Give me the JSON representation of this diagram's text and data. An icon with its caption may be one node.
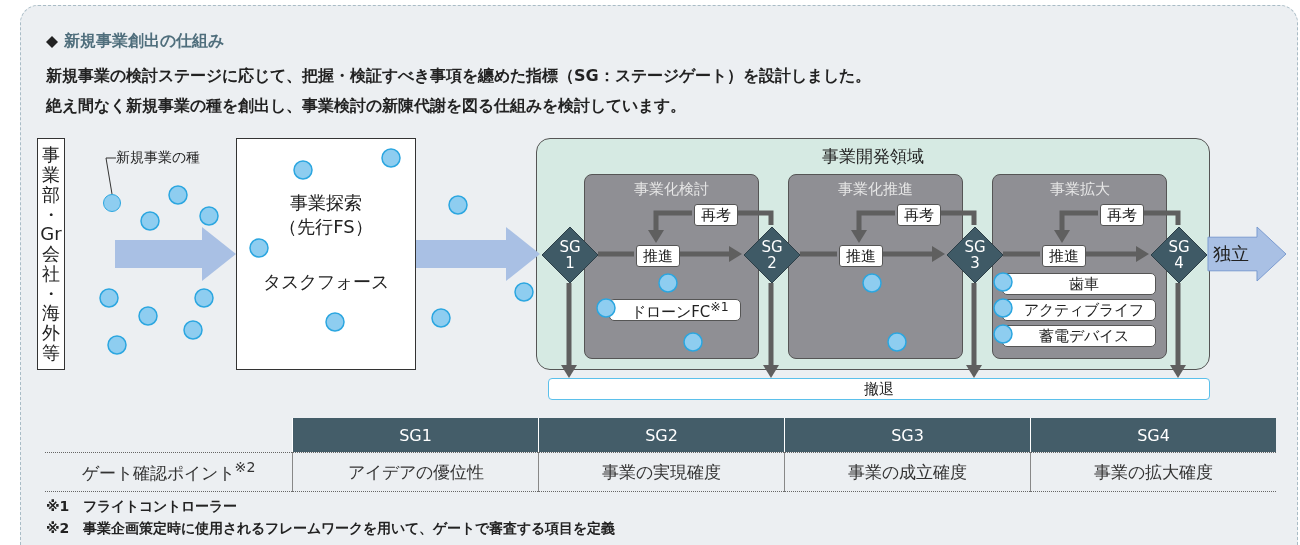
{
  "diagram": {
    "title": "新規事業創出の仕組み",
    "nodes": [
      {
        "text": [
          "事業部・Gr会社・海外等"
        ]
      },
      {
        "text": [
          "新規事業の種"
        ]
      },
      {
        "text": [],
        "shape": "circle"
      },
      {
        "text": [
          "事業探索（先行FS）",
          "タスクフォース"
        ]
      },
      {
        "text": [
          "事業開発領域"
        ]
      },
      {
        "text": [
          "事業化検討"
        ],
        "in": 4
      },
      {
        "text": [
          "事業化推進"
        ],
        "in": 4
      },
      {
        "text": [
          "事業拡大"
        ],
        "in": 4
      },
      {
        "text": [
          "SG 1"
        ],
        "in": 4
      },
      {
        "text": [
          "SG 2"
        ],
        "in": 4
      },
      {
        "text": [
          "SG 3"
        ],
        "in": 4
      },
      {
        "text": [
          "SG 4"
        ],
        "in": 4
      },
      {
        "text": [
          "ドローンFC$^{※1}$"
        ],
        "in": 5
      },
      {
        "text": [
          "歯車"
        ],
        "in": 7
      },
      {
        "text": [
          "アクティブライフ"
        ],
        "in": 7
      },
      {
        "text": [
          "蓄電デバイス"
        ],
        "in": 7
      },
      {
        "text": [
          "独立"
        ]
      },
      {
        "text": [
          "撤退"
        ]
      },
      {
        "text": [
          "推進"
        ],
        "in": 5
      },
      {
        "text": [
          "推進"
        ],
        "in": 6
      },
      {
        "text": [
          "推進"
        ],
        "in": 7
      },
      {
        "text": [
          "再考"
        ],
        "in": 5
      },
      {
        "text": [
          "再考"
        ],
        "in": 6
      },
      {
        "text": [
          "再考"
        ],
        "in": 7
      }
    ],
    "edges": [
      {
        "from": null,
        "to": 3,
        "arrow": "to",
        "style": "thick",
        "color": "#a9c0e4"
      },
      {
        "from": 3,
        "to": 8,
        "arrow": "to",
        "style": "thick",
        "color": "#a9c0e4"
      },
      {
        "from": 1,
        "to": 2,
        "arrow": "none",
        "color": "#333333"
      },
      {
        "from": 8,
        "to": 18,
        "arrow": "none"
      },
      {
        "from": 18,
        "to": 9,
        "arrow": "to"
      },
      {
        "from": 9,
        "to": 21,
        "arrow": "none"
      },
      {
        "from": 21,
        "to": 18,
        "arrow": "to"
      },
      {
        "from": 9,
        "to": 19,
        "arrow": "none"
      },
      {
        "from": 19,
        "to": 10,
        "arrow": "to"
      },
      {
        "from": 10,
        "to": 22,
        "arrow": "none"
      },
      {
        "from": 22,
        "to": 19,
        "arrow": "to"
      },
      {
        "from": 10,
        "to": 20,
        "arrow": "none"
      },
      {
        "from": 20,
        "to": 11,
        "arrow": "to"
      },
      {
        "from": 11,
        "to": 23,
        "arrow": "none"
      },
      {
        "from": 23,
        "to": 20,
        "arrow": "to"
      },
      {
        "from": 8,
        "to": 17,
        "arrow": "to"
      },
      {
        "from": 9,
        "to": 17,
        "arrow": "to"
      },
      {
        "from": 10,
        "to": 17,
        "arrow": "to"
      },
      {
        "from": 11,
        "to": 17,
        "arrow": "to"
      }
    ],
    "labels": [
      "新規事業の検討ステージに応じて、把握・検証すべき事項を纏めた指標（SG：ステージゲート）を設計しました。",
      "絶え間なく新規事業の種を創出し、事業検討の新陳代謝を図る仕組みを検討しています。",
      "SG1",
      "SG2",
      "SG3",
      "SG4",
      "ゲート確認ポイント$^{※2}$",
      "アイデアの優位性",
      "事業の実現確度",
      "事業の成立確度",
      "事業の拡大確度",
      "※1　フライトコントローラー",
      "※2　事業企画策定時に使用されるフレームワークを用いて、ゲートで審査する項目を定義"
    ]
  }
}
